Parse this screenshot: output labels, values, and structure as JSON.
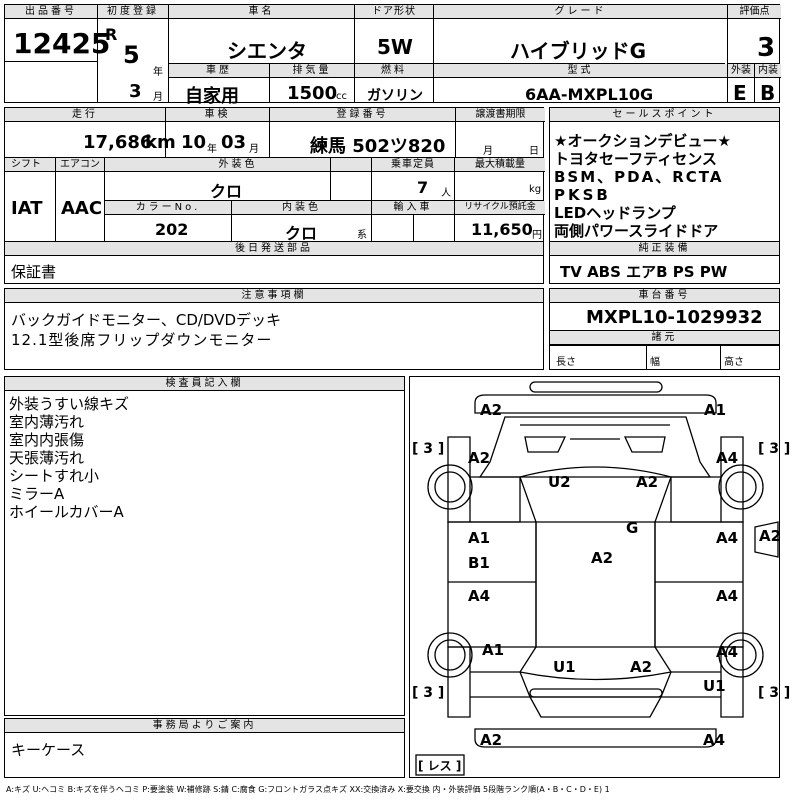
{
  "header": {
    "lot_label": "出品番号",
    "lot_number": "12425",
    "first_reg_label": "初度登録",
    "era": "R",
    "year": "5",
    "year_unit": "年",
    "month": "3",
    "month_unit": "月",
    "car_name_label": "車名",
    "car_name": "シエンタ",
    "door_label": "ドア形状",
    "door": "5W",
    "grade_label": "グレード",
    "grade": "ハイブリッドG",
    "score_label": "評価点",
    "score": "3",
    "history_label": "車歴",
    "history": "自家用",
    "displacement_label": "排気量",
    "displacement": "1500",
    "displacement_unit": "cc",
    "fuel_label": "燃料",
    "fuel": "ガソリン",
    "model_label": "型式",
    "model": "6AA-MXPL10G",
    "exterior_label": "外装",
    "interior_label": "内装",
    "exterior_grade": "E",
    "interior_grade": "B"
  },
  "row2": {
    "mileage_label": "走行",
    "mileage": "17,686",
    "mileage_unit": "km",
    "inspection_label": "車検",
    "insp_year": "10",
    "insp_year_unit": "年",
    "insp_month": "03",
    "insp_month_unit": "月",
    "plate_label": "登録番号",
    "plate": "練馬 502ツ820",
    "transfer_label": "譲渡書期限",
    "transfer_month": "月",
    "transfer_day": "日"
  },
  "specs": {
    "shift_label": "シフト",
    "aircon_label": "エアコン",
    "shift": "IAT",
    "aircon": "AAC",
    "ext_color_label": "外装色",
    "ext_color": "クロ",
    "capacity_label": "乗車定員",
    "capacity": "7",
    "capacity_unit": "人",
    "max_load_label": "最大積載量",
    "max_load_unit": "kg",
    "color_no_label": "カラーNo.",
    "color_no": "202",
    "int_color_label": "内装色",
    "int_color": "クロ",
    "int_color_unit": "系",
    "import_label": "輸入車",
    "recycle_label": "リサイクル預託金",
    "recycle": "11,650",
    "recycle_unit": "円"
  },
  "later_parts": {
    "label": "後日発送部品",
    "value": "保証書"
  },
  "sales_points": {
    "label": "セールスポイント",
    "items": [
      "★オークションデビュー★",
      "トヨタセーフティセンス",
      "BSM、PDA、RCTA",
      "PKSB",
      "LEDヘッドランプ",
      "両側パワースライドドア"
    ]
  },
  "equipment": {
    "label": "純正装備",
    "value": "TV ABS エアB PS PW"
  },
  "notes": {
    "label": "注意事項欄",
    "lines": [
      "バックガイドモニター、CD/DVDデッキ",
      "12.1型後席フリップダウンモニター"
    ]
  },
  "chassis": {
    "label": "車台番号",
    "value": "MXPL10-1029932"
  },
  "dimensions": {
    "label": "諸元",
    "length": "長さ",
    "width": "幅",
    "height": "高さ"
  },
  "inspector": {
    "label": "検査員記入欄",
    "lines": [
      "外装うすい線キズ",
      "室内薄汚れ",
      "室内内張傷",
      "天張薄汚れ",
      "シートすれ小",
      "ミラーA",
      "ホイールカバーA"
    ]
  },
  "office": {
    "label": "事務局よりご案内",
    "value": "キーケース"
  },
  "diagram": {
    "tire_fl": "[ 3 ]",
    "tire_fr": "[ 3 ]",
    "tire_rl": "[ 3 ]",
    "tire_rr": "[ 3 ]",
    "spare": "[ レス ]",
    "marks": [
      "A2",
      "A1",
      "A2",
      "A4",
      "U2",
      "A2",
      "A1",
      "A4",
      "A2",
      "G",
      "B1",
      "A2",
      "A4",
      "A4",
      "A1",
      "A4",
      "U1",
      "A2",
      "U1",
      "A2",
      "A4"
    ]
  },
  "legend": "A:キズ U:ヘコミ B:キズを伴うヘコミ P:要塗装 W:補修跡 S:錆 C:腐食 G:フロントガラス点キズ XX:交換済み X:要交換 内・外装評価 5段階ランク順(A・B・C・D・E) 1"
}
